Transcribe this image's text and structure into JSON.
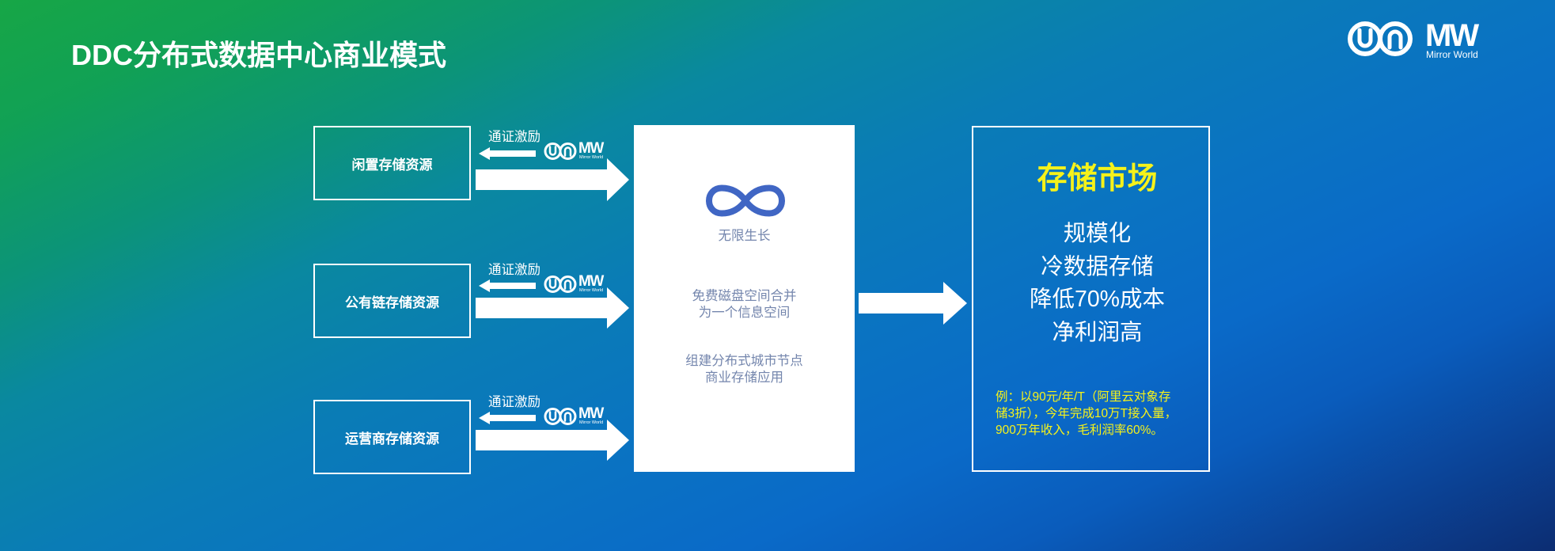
{
  "slide": {
    "title": "DDC分布式数据中心商业模式"
  },
  "brand": {
    "mark": "MW",
    "name": "Mirror World"
  },
  "sources": [
    {
      "label": "闲置存储资源",
      "incentive": "通证激励"
    },
    {
      "label": "公有链存储资源",
      "incentive": "通证激励"
    },
    {
      "label": "运营商存储资源",
      "incentive": "通证激励"
    }
  ],
  "hub": {
    "tagline": "无限生长",
    "points": [
      [
        "免费磁盘空间合并",
        "为一个信息空间"
      ],
      [
        "组建分布式城市节点",
        "商业存储应用"
      ]
    ]
  },
  "market": {
    "title": "存储市场",
    "features": [
      "规模化",
      "冷数据存储",
      "降低70%成本",
      "净利润高"
    ],
    "note_lines": [
      "例：以90元/年/T（阿里云对象存",
      "储3折），今年完成10万T接入量，",
      "900万年收入，毛利润率60%。"
    ]
  },
  "colors": {
    "background_green": "#17a646",
    "background_blue": "#0a6ac8",
    "background_navy": "#0c2d72",
    "market_accent_yellow": "#f6f21a",
    "hub_text": "#7486ad",
    "hub_icon_blue": "#4066c4",
    "outline_white": "#ffffff"
  },
  "icons": {
    "brand_logo": "mirror-world-logo-icon",
    "hub_symbol": "infinity-icon",
    "flow_arrow": "arrow-right-icon",
    "incentive_arrow": "arrow-left-icon"
  }
}
